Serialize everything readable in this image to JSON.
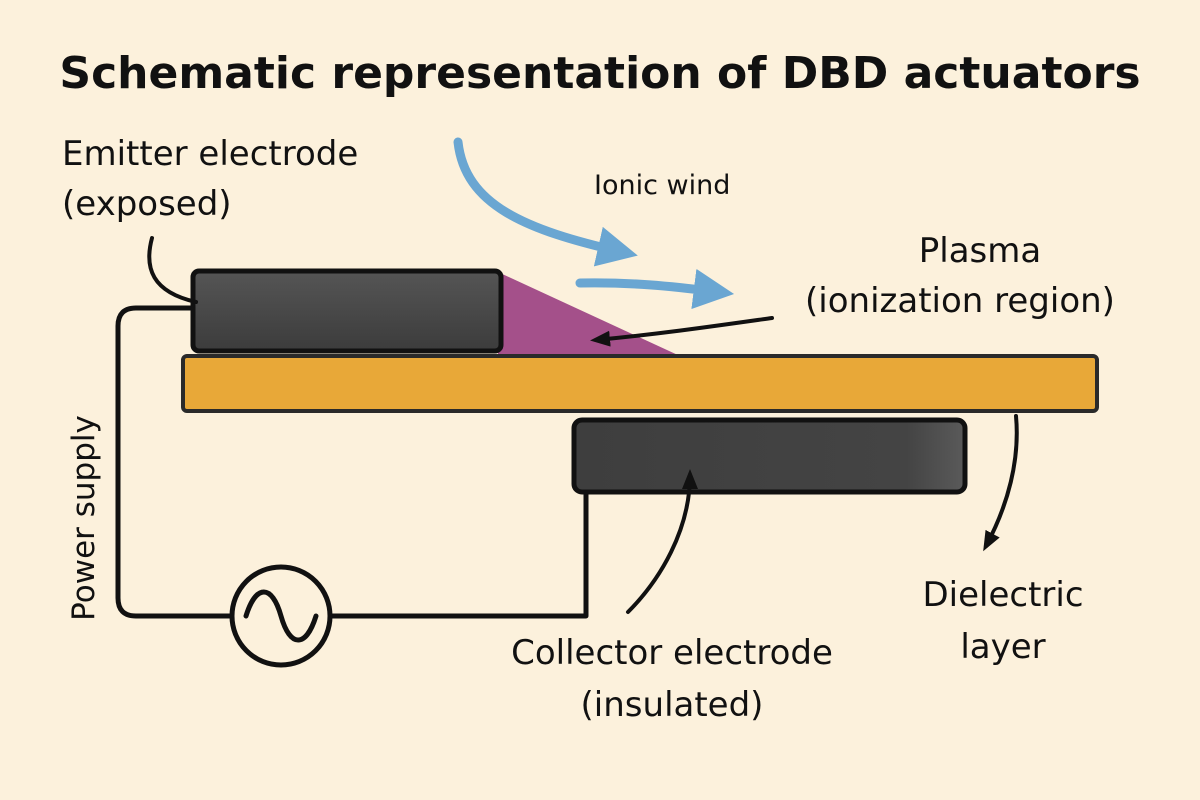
{
  "title": "Schematic representation of DBD actuators",
  "labels": {
    "emitter_line1": "Emitter electrode",
    "emitter_line2": "(exposed)",
    "ionic_wind": "Ionic wind",
    "plasma_line1": "Plasma",
    "plasma_line2": "(ionization region)",
    "power_supply": "Power supply",
    "collector_line1": "Collector electrode",
    "collector_line2": "(insulated)",
    "dielectric_line1": "Dielectric",
    "dielectric_line2": "layer"
  },
  "colors": {
    "background": "#fcf1dc",
    "electrode": "#4a4a4a",
    "dielectric": "#e8a838",
    "plasma": "#a4508a",
    "ionic_wind_arrow": "#6aa6d2",
    "wire": "#111111"
  },
  "icons": {
    "ac_source": "ac-sine-icon"
  }
}
